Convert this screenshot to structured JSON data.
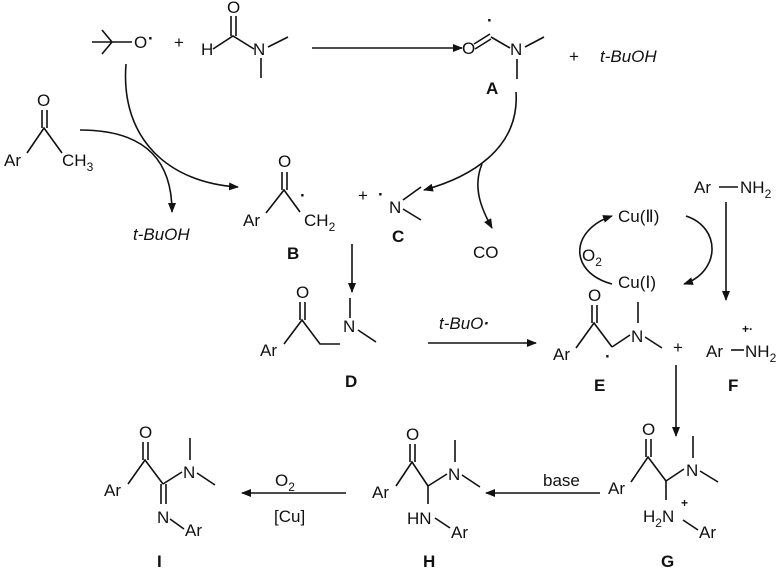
{
  "scheme": {
    "radical_dot": "·",
    "plus": "+",
    "labels": {
      "A": "A",
      "B": "B",
      "C": "C",
      "D": "D",
      "E": "E",
      "F": "F",
      "G": "G",
      "H": "H",
      "I": "I"
    },
    "atoms": {
      "O": "O",
      "N": "N",
      "H": "H",
      "Ar": "Ar",
      "HN": "HN",
      "H2N": "H",
      "CH": "CH",
      "NH": "NH",
      "two": "2",
      "three": "3"
    },
    "reagents": {
      "tBuOH": "t-BuOH",
      "tBuO": "t-BuO",
      "CO": "CO",
      "O2": "O",
      "Cu": "[Cu]",
      "base": "base",
      "ArNH2": "Ar",
      "CuII": "Cu(Ⅱ)",
      "CuI": "Cu(Ⅰ)"
    },
    "charges": {
      "cation_radical": "+·",
      "cation": "+"
    }
  }
}
